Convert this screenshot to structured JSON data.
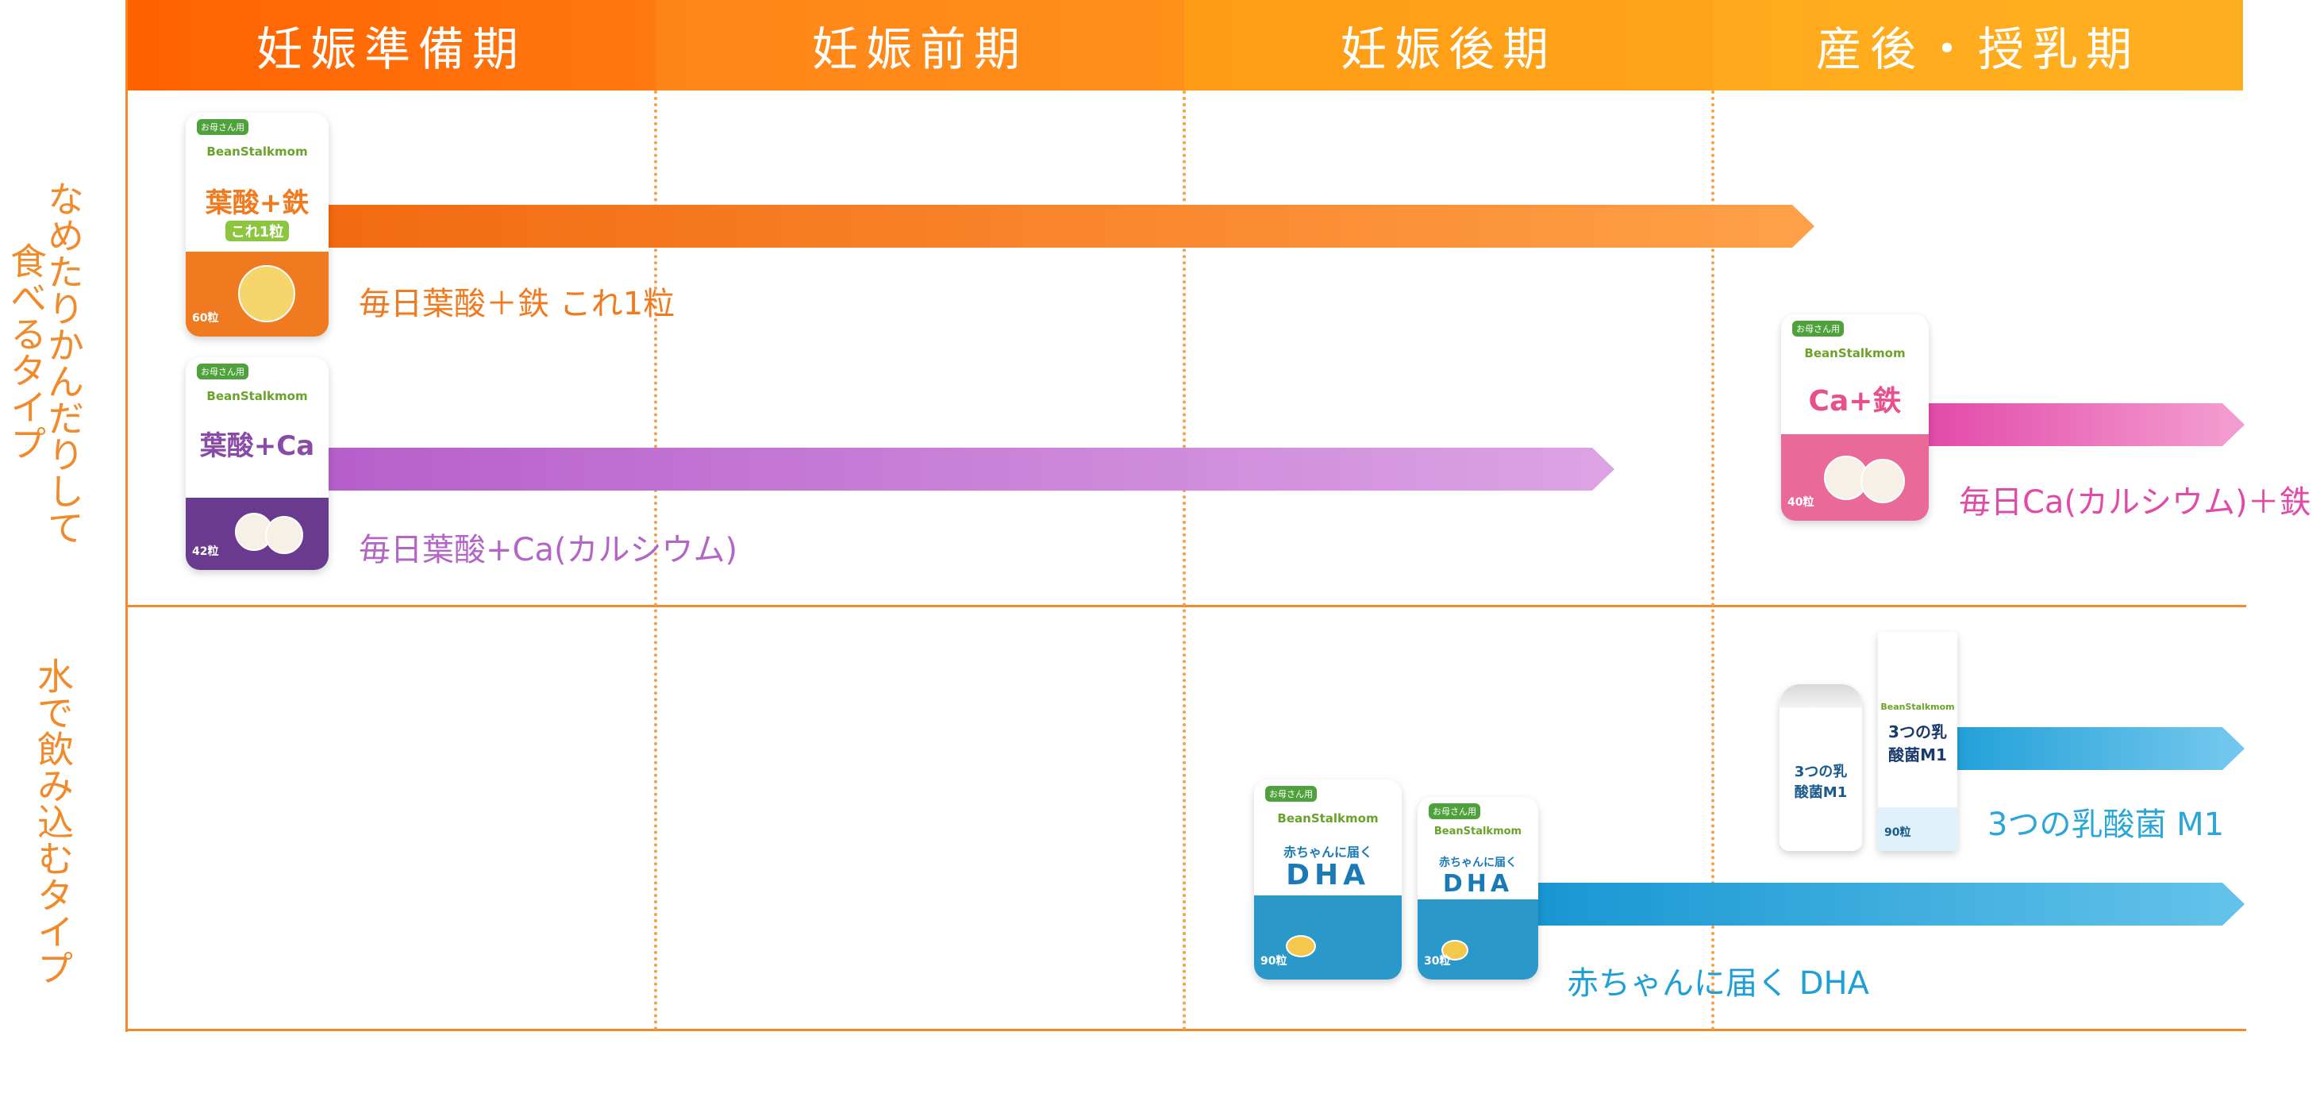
{
  "header": {
    "phases": [
      "妊娠準備期",
      "妊娠前期",
      "妊娠後期",
      "産後・授乳期"
    ]
  },
  "rows": {
    "chewable": {
      "label": "なめたりかんだりして食べるタイプ",
      "label_col1": "なめたりかんだりして",
      "label_col2": "食べるタイプ"
    },
    "swallow": {
      "label": "水で飲み込むタイプ"
    }
  },
  "products": {
    "folic_iron": {
      "label": "毎日葉酸＋鉄 これ1粒",
      "pack_title": "葉酸+鉄",
      "pack_sub": "これ1粒",
      "pack_count": "60粒",
      "brand": "BeanStalkmom",
      "color": "#f07a20"
    },
    "folic_ca": {
      "label": "毎日葉酸+Ca(カルシウム)",
      "pack_title": "葉酸+Ca",
      "pack_count": "42粒",
      "brand": "BeanStalkmom",
      "color": "#b366c6"
    },
    "ca_iron": {
      "label": "毎日Ca(カルシウム)＋鉄",
      "pack_title": "Ca+鉄",
      "pack_count": "40粒",
      "brand": "BeanStalkmom",
      "color": "#e84fa6"
    },
    "lactic": {
      "label": "3つの乳酸菌 M1",
      "pack_title": "3つの乳酸菌M1",
      "pack_count": "90粒",
      "brand": "BeanStalkmom",
      "color": "#2aa6d8"
    },
    "dha": {
      "label": "赤ちゃんに届く DHA",
      "pack_title": "DHA",
      "pack_sub": "赤ちゃんに届く",
      "pack_count_large": "90粒",
      "pack_count_small": "30粒",
      "brand": "BeanStalkmom",
      "color": "#1e9fd6"
    }
  }
}
